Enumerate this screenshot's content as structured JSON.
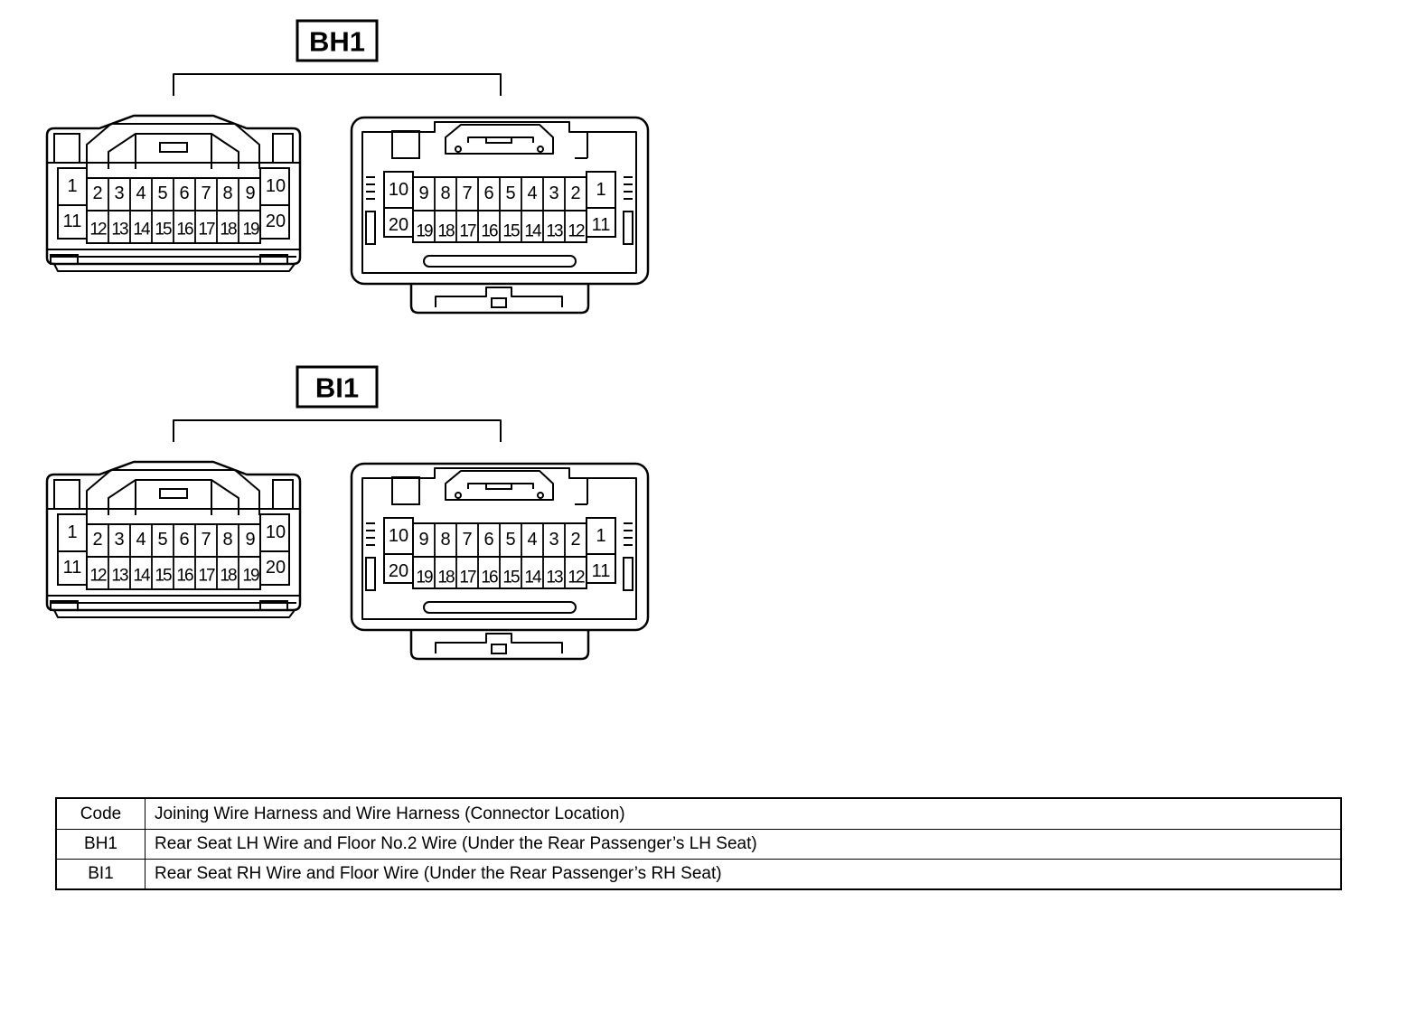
{
  "connectors": [
    {
      "code": "BH1",
      "left_pins": {
        "top": [
          "1",
          "2",
          "3",
          "4",
          "5",
          "6",
          "7",
          "8",
          "9",
          "10"
        ],
        "bottom": [
          "11",
          "12",
          "13",
          "14",
          "15",
          "16",
          "17",
          "18",
          "19",
          "20"
        ]
      },
      "right_pins": {
        "top": [
          "10",
          "9",
          "8",
          "7",
          "6",
          "5",
          "4",
          "3",
          "2",
          "1"
        ],
        "bottom": [
          "20",
          "19",
          "18",
          "17",
          "16",
          "15",
          "14",
          "13",
          "12",
          "11"
        ]
      }
    },
    {
      "code": "BI1",
      "left_pins": {
        "top": [
          "1",
          "2",
          "3",
          "4",
          "5",
          "6",
          "7",
          "8",
          "9",
          "10"
        ],
        "bottom": [
          "11",
          "12",
          "13",
          "14",
          "15",
          "16",
          "17",
          "18",
          "19",
          "20"
        ]
      },
      "right_pins": {
        "top": [
          "10",
          "9",
          "8",
          "7",
          "6",
          "5",
          "4",
          "3",
          "2",
          "1"
        ],
        "bottom": [
          "20",
          "19",
          "18",
          "17",
          "16",
          "15",
          "14",
          "13",
          "12",
          "11"
        ]
      }
    }
  ],
  "table": {
    "header": {
      "code": "Code",
      "description": "Joining Wire Harness and Wire Harness (Connector Location)"
    },
    "rows": [
      {
        "code": "BH1",
        "description": "Rear Seat LH Wire and Floor No.2 Wire (Under the Rear Passenger’s LH Seat)"
      },
      {
        "code": "BI1",
        "description": "Rear Seat RH Wire and Floor Wire (Under the Rear Passenger’s RH Seat)"
      }
    ]
  }
}
